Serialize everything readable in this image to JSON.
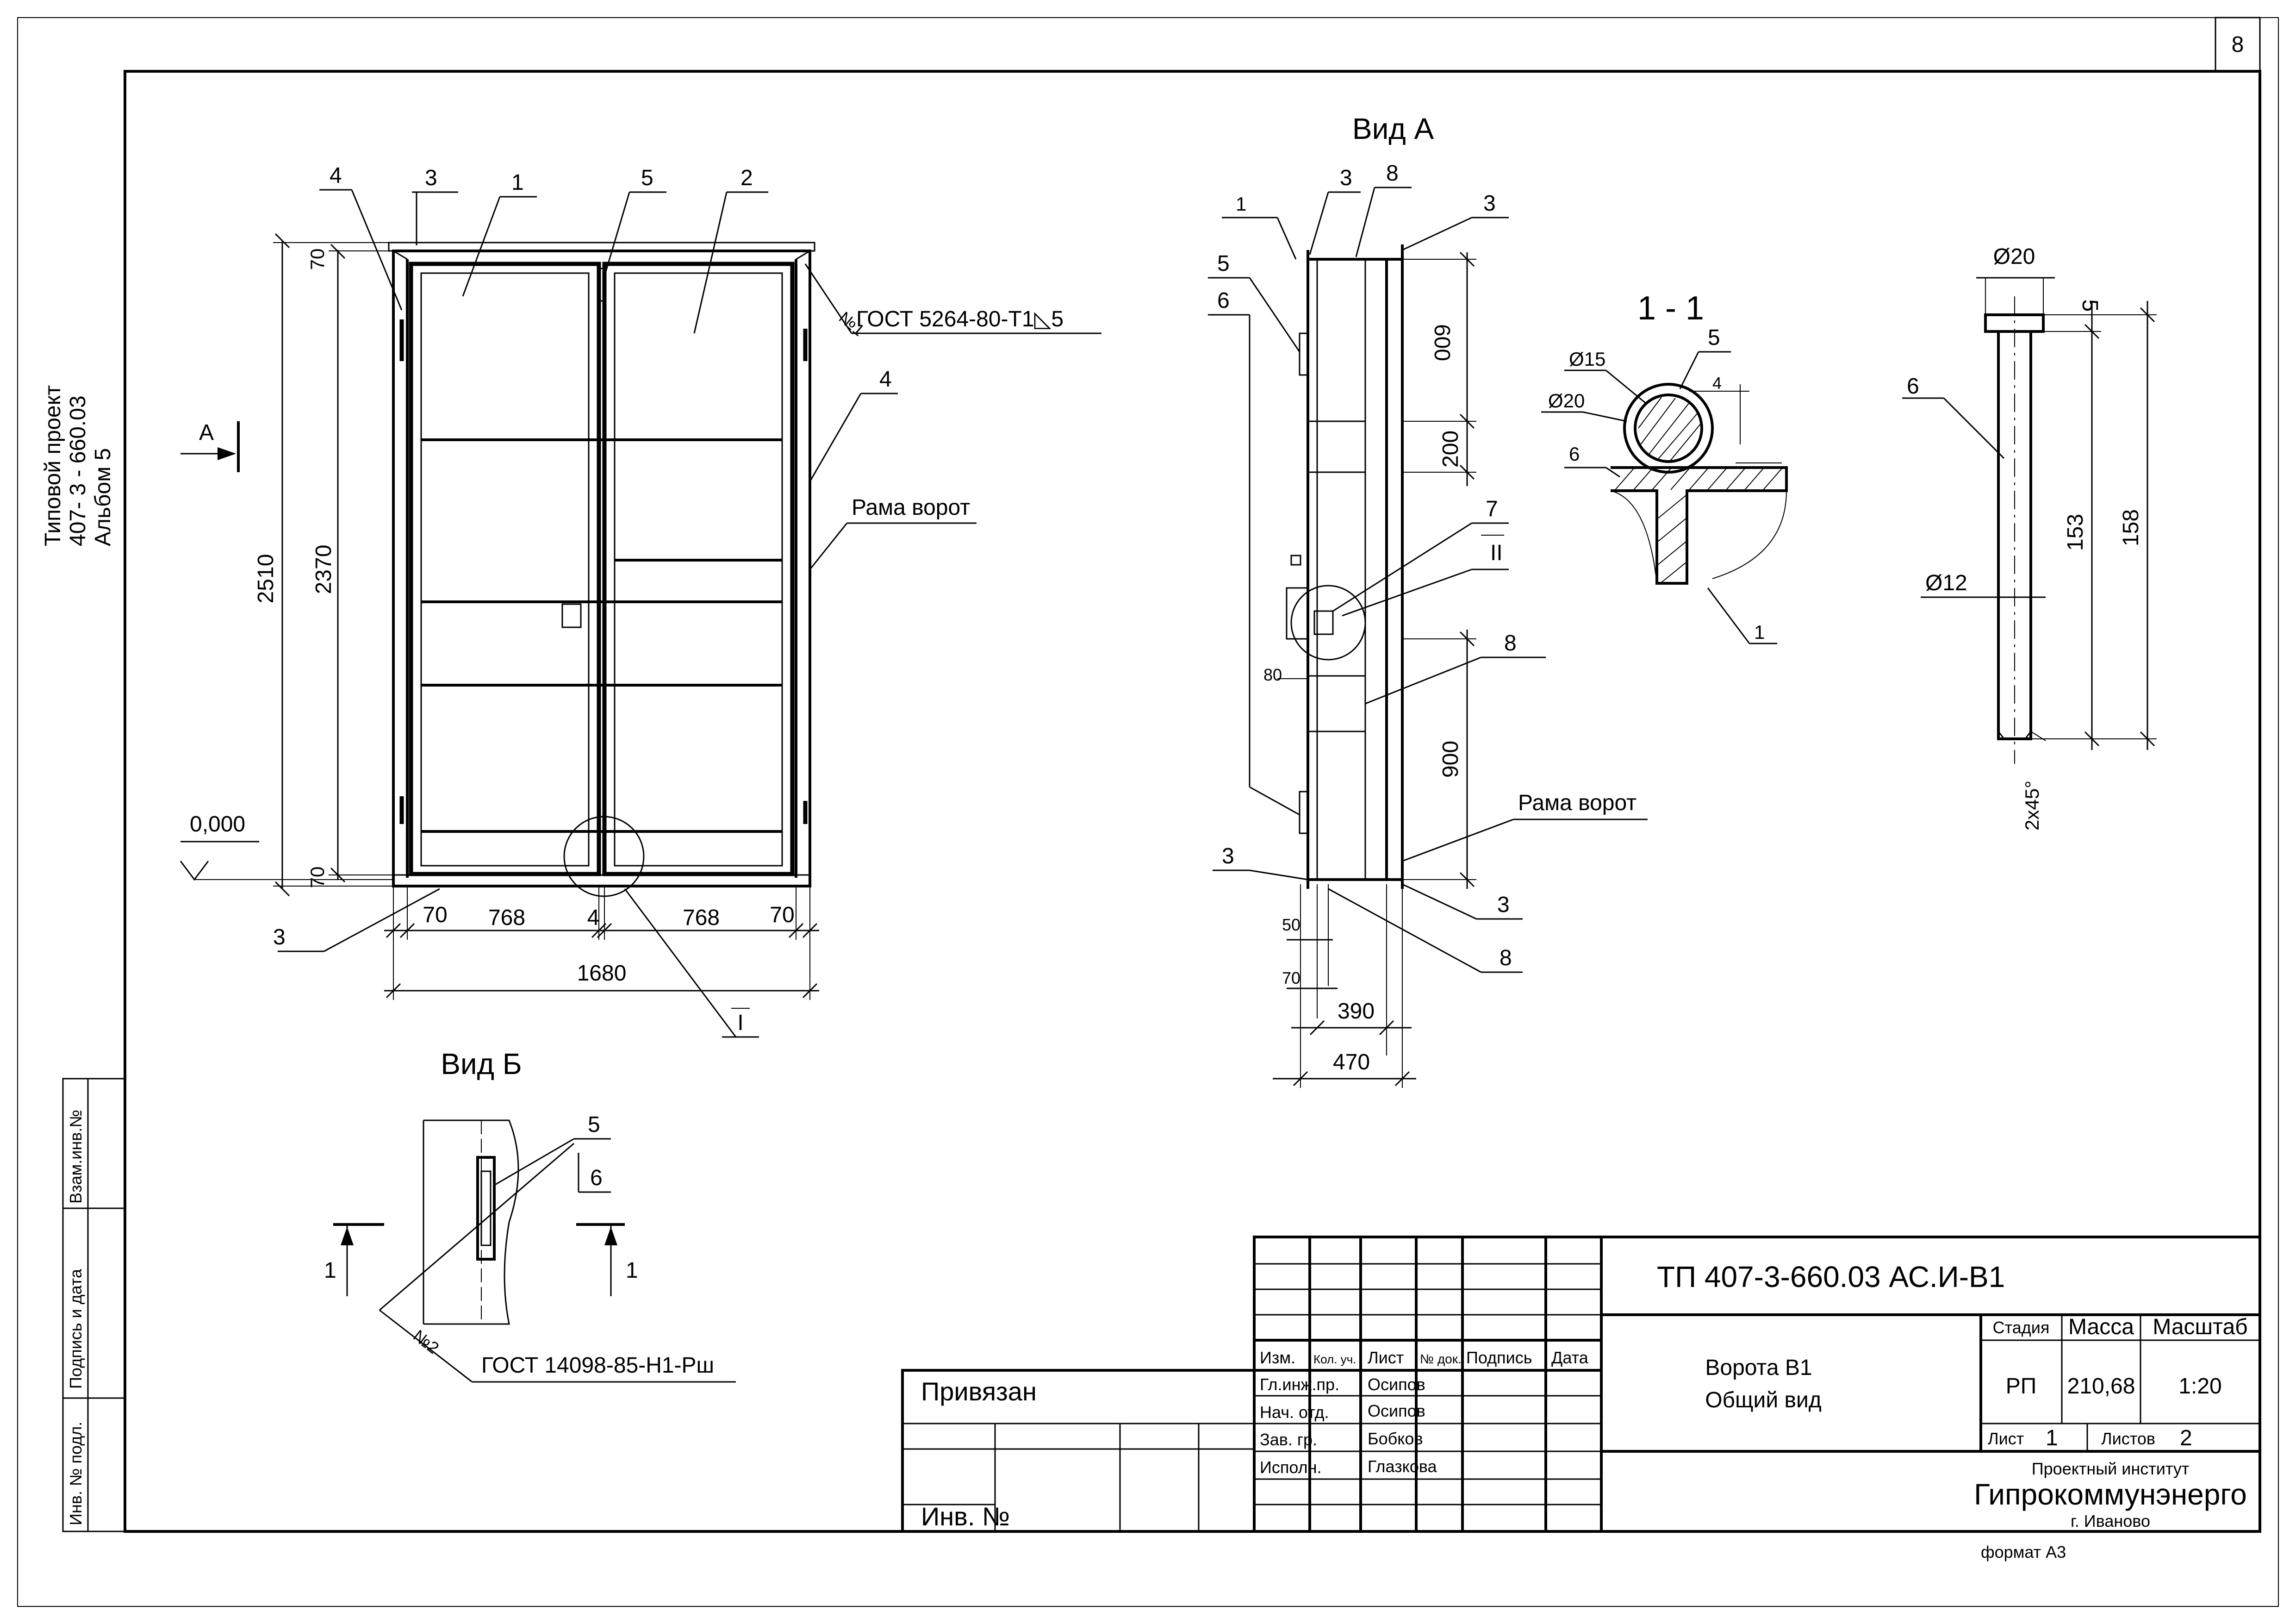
{
  "sheet": {
    "page_number": "8",
    "format": "формат А3"
  },
  "side_stamp": {
    "line1": "Типовой проект",
    "line2": "407- 3 - 660.03",
    "line3": "Альбом 5"
  },
  "left_columns": {
    "col1": "Взам.инв.№",
    "col2": "Подпись и дата",
    "col3": "Инв. № подл."
  },
  "front_view": {
    "dims": {
      "h_total": "2510",
      "h_inner": "2370",
      "top_70": "70",
      "bot_70": "70",
      "w70_left": "70",
      "w768_left": "768",
      "w4": "4",
      "w768_right": "768",
      "w70_right": "70",
      "w_total": "1680"
    },
    "level": "0,000",
    "arrow_a": "А",
    "callouts": {
      "c4a": "4",
      "c3a": "3",
      "c1": "1",
      "c5": "5",
      "c2": "2",
      "c4b": "4",
      "c3b": "3"
    },
    "weld_note": "ГОСТ 5264-80-Т1◺5",
    "weld_no": "№1",
    "frame_label": "Рама ворот",
    "detail_I": "I"
  },
  "view_a": {
    "title": "Вид А",
    "callouts": {
      "c1": "1",
      "c3a": "3",
      "c8a": "8",
      "c3b": "3",
      "c5": "5",
      "c6": "6",
      "c7": "7",
      "c8b": "8",
      "c3c": "3",
      "c3d": "3",
      "c8c": "8"
    },
    "detail_II": "II",
    "dims": {
      "d600": "600",
      "d200": "200",
      "d900": "900",
      "d80": "80",
      "d50": "50",
      "d70": "70",
      "d390": "390",
      "d470": "470"
    },
    "frame_label": "Рама ворот"
  },
  "section_11": {
    "title": "1 - 1",
    "labels": {
      "d15": "Ø15",
      "d20": "Ø20",
      "c5": "5",
      "c6": "6",
      "c1": "1",
      "d4": "4"
    }
  },
  "pin": {
    "labels": {
      "d20": "Ø20",
      "d5": "5",
      "c6": "6",
      "d12": "Ø12",
      "d153": "153",
      "d158": "158",
      "chamfer": "2x45°"
    }
  },
  "view_b": {
    "title": "Вид Б",
    "callouts": {
      "c5": "5",
      "c6": "6"
    },
    "section_mark_left": "1",
    "section_mark_right": "1",
    "weld_no": "№2",
    "weld_note": "ГОСТ 14098-85-Н1-Рш"
  },
  "title_block": {
    "code": "ТП   407-3-660.03   АС.И-В1",
    "privyazan": "Привязан",
    "inv_no": "Инв. №",
    "headers": {
      "izm": "Изм.",
      "kol": "Кол. уч.",
      "list": "Лист",
      "doc": "№ док.",
      "podpis": "Подпись",
      "data": "Дата"
    },
    "roles": [
      {
        "role": "Гл.инж.пр.",
        "name": "Осипов"
      },
      {
        "role": "Нач. отд.",
        "name": "Осипов"
      },
      {
        "role": "Зав. гр.",
        "name": "Бобков"
      },
      {
        "role": "Исполн.",
        "name": "Глазкова"
      }
    ],
    "doc_title_1": "Ворота В1",
    "doc_title_2": "Общий вид",
    "stage_label": "Стадия",
    "mass_label": "Масса",
    "scale_label": "Масштаб",
    "stage": "РП",
    "mass": "210,68",
    "scale": "1:20",
    "sheet_label": "Лист",
    "sheet_no": "1",
    "sheets_label": "Листов",
    "sheets_no": "2",
    "org1": "Проектный институт",
    "org2": "Гипрокоммунэнерго",
    "org3": "г. Иваново"
  }
}
